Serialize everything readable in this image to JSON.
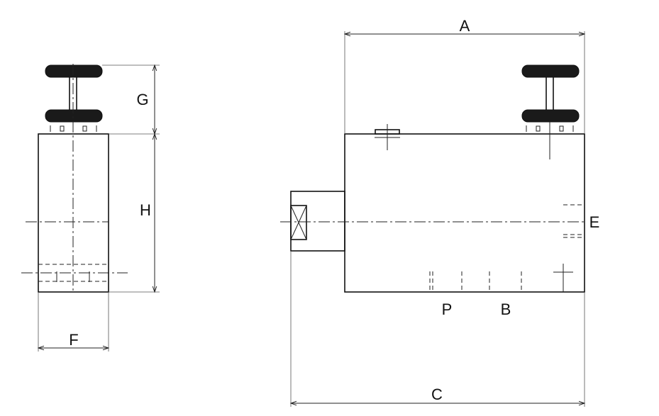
{
  "labels": {
    "A": "A",
    "B": "B",
    "C": "C",
    "E": "E",
    "F": "F",
    "G": "G",
    "H": "H",
    "P": "P"
  },
  "colors": {
    "ink": "#111111",
    "background": "#ffffff"
  }
}
